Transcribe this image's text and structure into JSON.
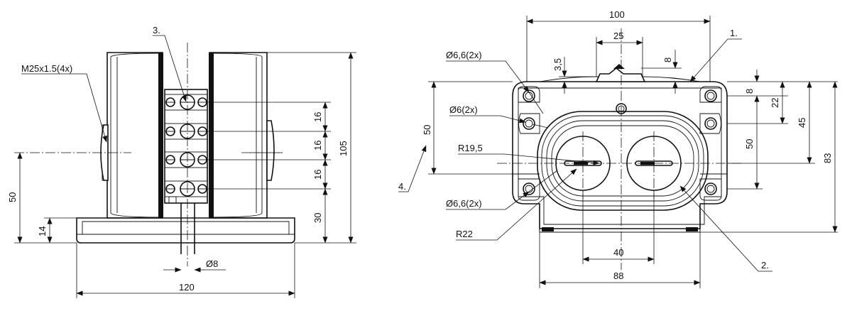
{
  "left_view": {
    "labels": {
      "thread": "M25x1.5(4x)",
      "callout3": "3.",
      "pitch1": "16",
      "pitch2": "16",
      "pitch3": "16",
      "h30": "30",
      "h105": "105",
      "h50": "50",
      "h14": "14",
      "dia8": "Ø8",
      "w120": "120"
    }
  },
  "right_view": {
    "labels": {
      "w100": "100",
      "w25": "25",
      "h3_5": "3,5",
      "h8_top": "8",
      "callout1": "1.",
      "hole_top": "Ø6,6(2x)",
      "hole_mid": "Ø6(2x)",
      "h50_left": "50",
      "r19_5": "R19,5",
      "callout4": "4.",
      "hole_bot": "Ø6,6(2x)",
      "r22": "R22",
      "h8_right": "8",
      "h22": "22",
      "h45": "45",
      "h50_right": "50",
      "h83": "83",
      "w40": "40",
      "w88": "88",
      "callout2": "2."
    }
  }
}
